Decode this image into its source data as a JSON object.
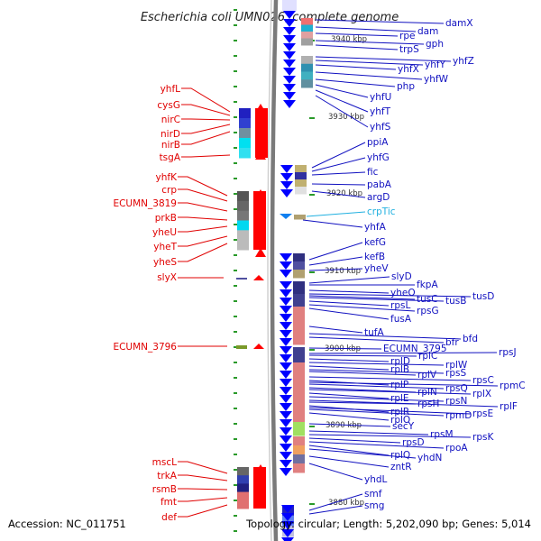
{
  "title": "Escherichia coli UMN026, complete genome",
  "accession": "Accession: NC_011751",
  "topology": "Topology: circular; Length: 5,202,090 bp; Genes: 5,014",
  "colors": {
    "left_gene": "#e00000",
    "right_gene": "#1010c0",
    "special_gene": "#20b0e0",
    "strand_plus": "#ff0000",
    "strand_minus": "#0000ff",
    "backbone": "#888888"
  },
  "scale_labels": [
    "3940 kbp",
    "3930 kbp",
    "3920 kbp",
    "3910 kbp",
    "3900 kbp",
    "3890 kbp",
    "3880 kbp"
  ],
  "left_genes": [
    "yhfL",
    "cysG",
    "nirC",
    "nirD",
    "nirB",
    "tsgA",
    "yhfK",
    "crp",
    "ECUMN_3819",
    "prkB",
    "yheU",
    "yheT",
    "yheS",
    "slyX",
    "ECUMN_3796",
    "mscL",
    "trkA",
    "rsmB",
    "fmt",
    "def"
  ],
  "right_genes": [
    "damX",
    "dam",
    "rpe",
    "gph",
    "trpS",
    "yhfZ",
    "yhfY",
    "yhfX",
    "yhfW",
    "php",
    "yhfU",
    "yhfT",
    "yhfS",
    "ppiA",
    "yhfG",
    "fic",
    "pabA",
    "argD",
    "crpTic",
    "yhfA",
    "kefG",
    "kefB",
    "yheV",
    "slyD",
    "fkpA",
    "yheO",
    "tusD",
    "tusC",
    "tusB",
    "rpsL",
    "rpsG",
    "fusA",
    "tufA",
    "bfd",
    "bfr",
    "ECUMN_3795",
    "rpsJ",
    "rplC",
    "rplD",
    "rplW",
    "rplB",
    "rpsS",
    "rplV",
    "rpsC",
    "rplP",
    "rpmC",
    "rpsQ",
    "rplN",
    "rplX",
    "rplE",
    "rpsN",
    "rplF",
    "rpsH",
    "rplR",
    "rpsE",
    "rpmD",
    "rplO",
    "secY",
    "rpsM",
    "rpsK",
    "rpsD",
    "rpoA",
    "rplQ",
    "yhdN",
    "zntR",
    "yhdL",
    "smf",
    "smg"
  ]
}
